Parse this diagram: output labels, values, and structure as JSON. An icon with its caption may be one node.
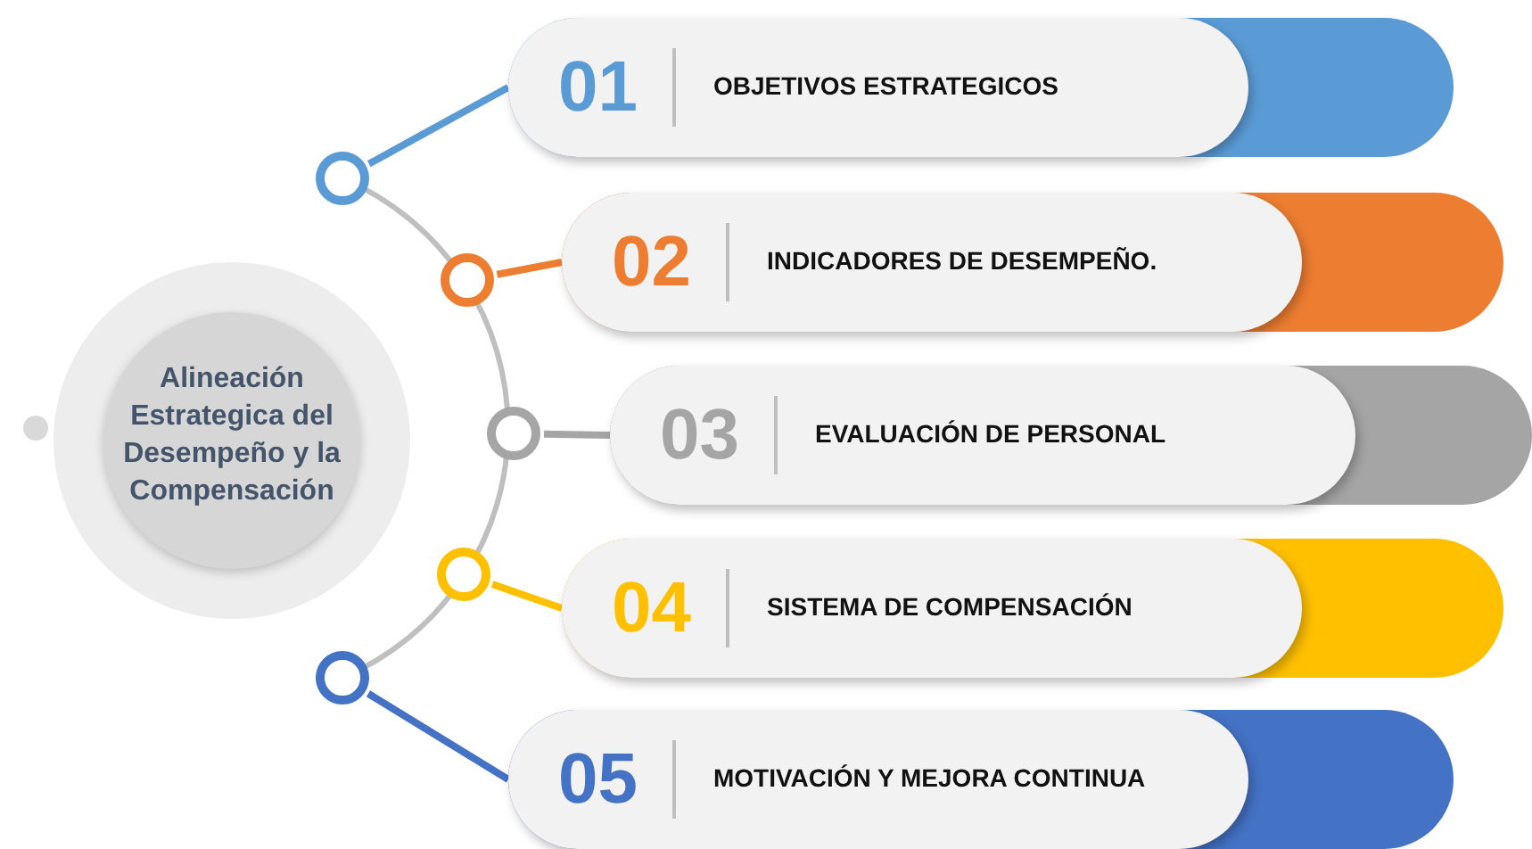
{
  "diagram": {
    "nodes": [
      {
        "text": [
          "Alineación Estrategica del Desempeño y la Compensación"
        ]
      },
      {
        "text": [],
        "shape": "circle"
      },
      {
        "text": [
          "01",
          "OBJETIVOS ESTRATEGICOS"
        ]
      },
      {
        "text": [],
        "shape": "circle"
      },
      {
        "text": [
          "02",
          "INDICADORES DE DESEMPEÑO."
        ]
      },
      {
        "text": [],
        "shape": "circle"
      },
      {
        "text": [
          "03",
          "EVALUACIÓN DE PERSONAL"
        ]
      },
      {
        "text": [],
        "shape": "circle"
      },
      {
        "text": [
          "04",
          "SISTEMA DE COMPENSACIÓN"
        ]
      },
      {
        "text": [],
        "shape": "circle"
      },
      {
        "text": [
          "05",
          "MOTIVACIÓN Y MEJORA CONTINUA"
        ]
      }
    ],
    "edges": [
      {
        "from": 1,
        "to": 2,
        "arrow": "none",
        "color": "#5b9bd5"
      },
      {
        "from": 3,
        "to": 4,
        "arrow": "none",
        "color": "#ed7d31"
      },
      {
        "from": 5,
        "to": 6,
        "arrow": "none",
        "color": "#a5a5a5"
      },
      {
        "from": 7,
        "to": 8,
        "arrow": "none",
        "color": "#ffc000"
      },
      {
        "from": 9,
        "to": 10,
        "arrow": "none",
        "color": "#4472c4"
      }
    ]
  }
}
